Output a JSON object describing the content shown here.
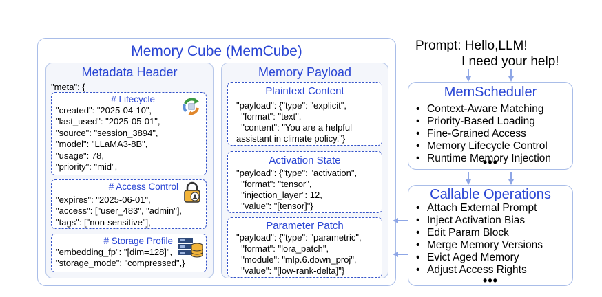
{
  "memcube": {
    "title": "Memory Cube (MemCube)",
    "metadata": {
      "title": "Metadata Header",
      "meta_open": "\"meta\": {",
      "lifecycle": {
        "title": "# Lifecycle",
        "lines": [
          "\"created\": \"2025-04-10\",",
          "\"last_used\": \"2025-05-01\",",
          "\"source\": \"session_3894\",",
          "\"model\": \"LLaMA3-8B\",",
          "\"usage\": 78,",
          "\"priority\": \"mid\","
        ]
      },
      "access": {
        "title": "# Access Control",
        "lines": [
          "\"expires\": \"2025-06-01\",",
          "\"access\": [\"user_483\", \"admin\"],",
          "\"tags\": [\"non-sensitive\"],"
        ]
      },
      "storage": {
        "title": "# Storage Profile",
        "lines": [
          "\"embedding_fp\": \"[dim=128]\",",
          "\"storage_mode\": \"compressed\",}"
        ]
      }
    },
    "payload": {
      "title": "Memory Payload",
      "plaintext": {
        "title": "Plaintext Content",
        "lines": [
          "\"payload\": {\"type\": \"explicit\",",
          "  \"format\": \"text\",",
          "  \"content\": \"You are a helpful",
          "assistant in climate policy.\"}"
        ]
      },
      "activation": {
        "title": "Activation State",
        "lines": [
          "\"payload\": {\"type\": \"activation\",",
          "  \"format\": \"tensor\",",
          "  \"injection_layer\": 12,",
          "  \"value\": \"[tensor]\"}"
        ]
      },
      "parameter": {
        "title": "Parameter Patch",
        "lines": [
          "\"payload\": {\"type\": \"parametric\",",
          "  \"format\": \"lora_patch\",",
          "  \"module\": \"mlp.6.down_proj\",",
          "  \"value\": \"[low-rank-delta]\"}"
        ]
      }
    }
  },
  "prompt": {
    "line1": "Prompt: Hello,LLM!",
    "line2": "I need your help!"
  },
  "scheduler": {
    "title": "MemScheduler",
    "items": [
      "Context-Aware Matching",
      "Priority-Based Loading",
      "Fine-Grained Access",
      "Memory Lifecycle Control",
      "Runtime Memory Injection"
    ],
    "more": "•••"
  },
  "operations": {
    "title": "Callable Operations",
    "items": [
      "Attach External Prompt",
      "Inject Activation Bias",
      "Edit Param Block",
      "Merge Memory Versions",
      "Evict Aged Memory",
      "Adjust Access Rights"
    ],
    "more": "•••"
  },
  "colors": {
    "accent": "#2a46d4",
    "panel_border": "#a9bde8",
    "arrow": "#8ea6e6"
  },
  "icons": [
    "recycle-icon",
    "lock-user-icon",
    "server-database-icon"
  ]
}
